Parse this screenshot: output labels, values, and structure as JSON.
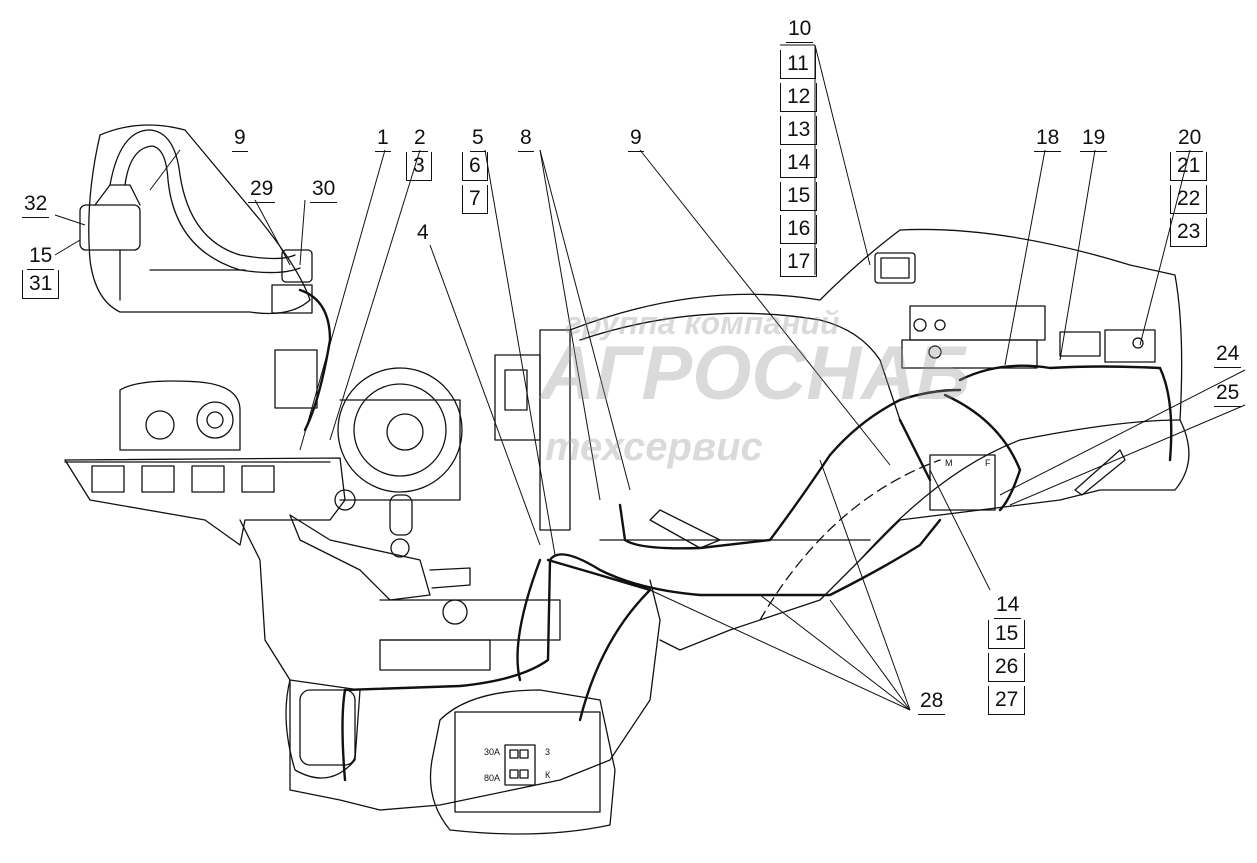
{
  "diagram": {
    "callouts": [
      "1",
      "2",
      "3",
      "4",
      "5",
      "6",
      "7",
      "8",
      "9",
      "9",
      "10",
      "11",
      "12",
      "13",
      "14",
      "15",
      "16",
      "17",
      "18",
      "19",
      "20",
      "21",
      "22",
      "23",
      "24",
      "25",
      "14",
      "15",
      "26",
      "27",
      "28",
      "29",
      "30",
      "32",
      "15",
      "31"
    ],
    "watermark": {
      "line1": "группа компаний",
      "line2": "АГРОСНАБ",
      "line3": "техсервис"
    },
    "fuse_labels": {
      "f30": "30А",
      "f80": "80А",
      "t3": "3",
      "tk": "К"
    },
    "panel_labels": {
      "m": "M",
      "f": "F"
    }
  }
}
